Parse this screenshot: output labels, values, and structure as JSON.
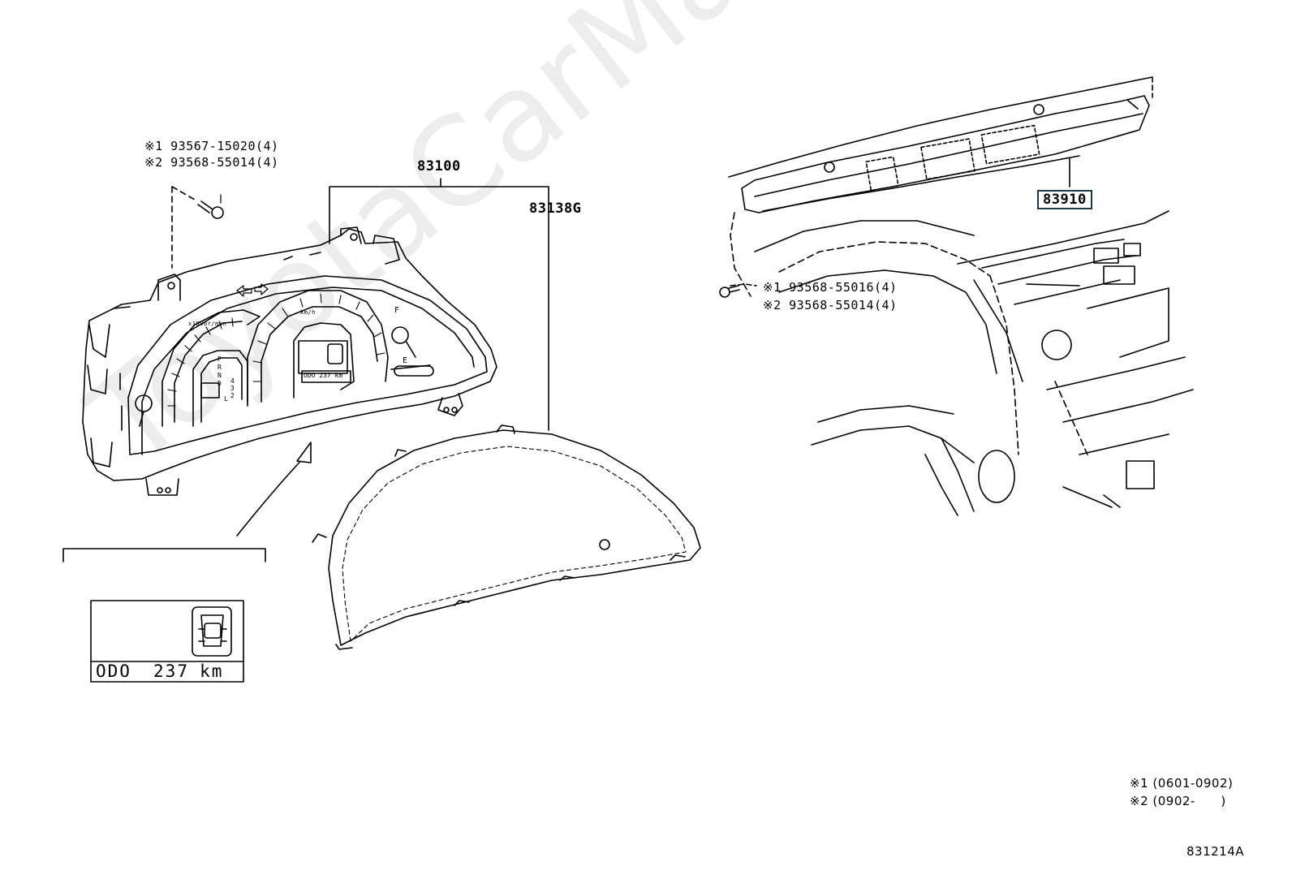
{
  "callouts": {
    "assembly": "83100",
    "glass": "83138G",
    "highlighted_part": "83910",
    "left_bolt_1": "※1 93567-15020(4)",
    "left_bolt_2": "※2 93568-55014(4)",
    "right_bolt_1": "※1 93568-55016(4)",
    "right_bolt_2": "※2 93568-55014(4)"
  },
  "display_inset": {
    "odo_label": "ODO",
    "odo_value": "237",
    "odo_unit": "km"
  },
  "gauge_text": {
    "tach_unit": "x1000r/min",
    "speed_unit": "km/h",
    "fuel_full": "F",
    "fuel_empty": "E",
    "gear_p": "P",
    "gear_r": "R",
    "gear_n": "N",
    "gear_d": "D",
    "gear_4": "4",
    "gear_3": "3",
    "gear_2": "2",
    "gear_l": "L",
    "mini_odo": "ODO  237  km"
  },
  "notes": {
    "note_1": "※1 (0601-0902)",
    "note_2": "※2 (0902-      )"
  },
  "diagram_id": "831214A",
  "watermark": "ToyotaCarManual.ru",
  "colors": {
    "line": "#000000",
    "highlight_border": "#1f3a4a",
    "watermark": "rgba(0,0,0,0.07)"
  }
}
